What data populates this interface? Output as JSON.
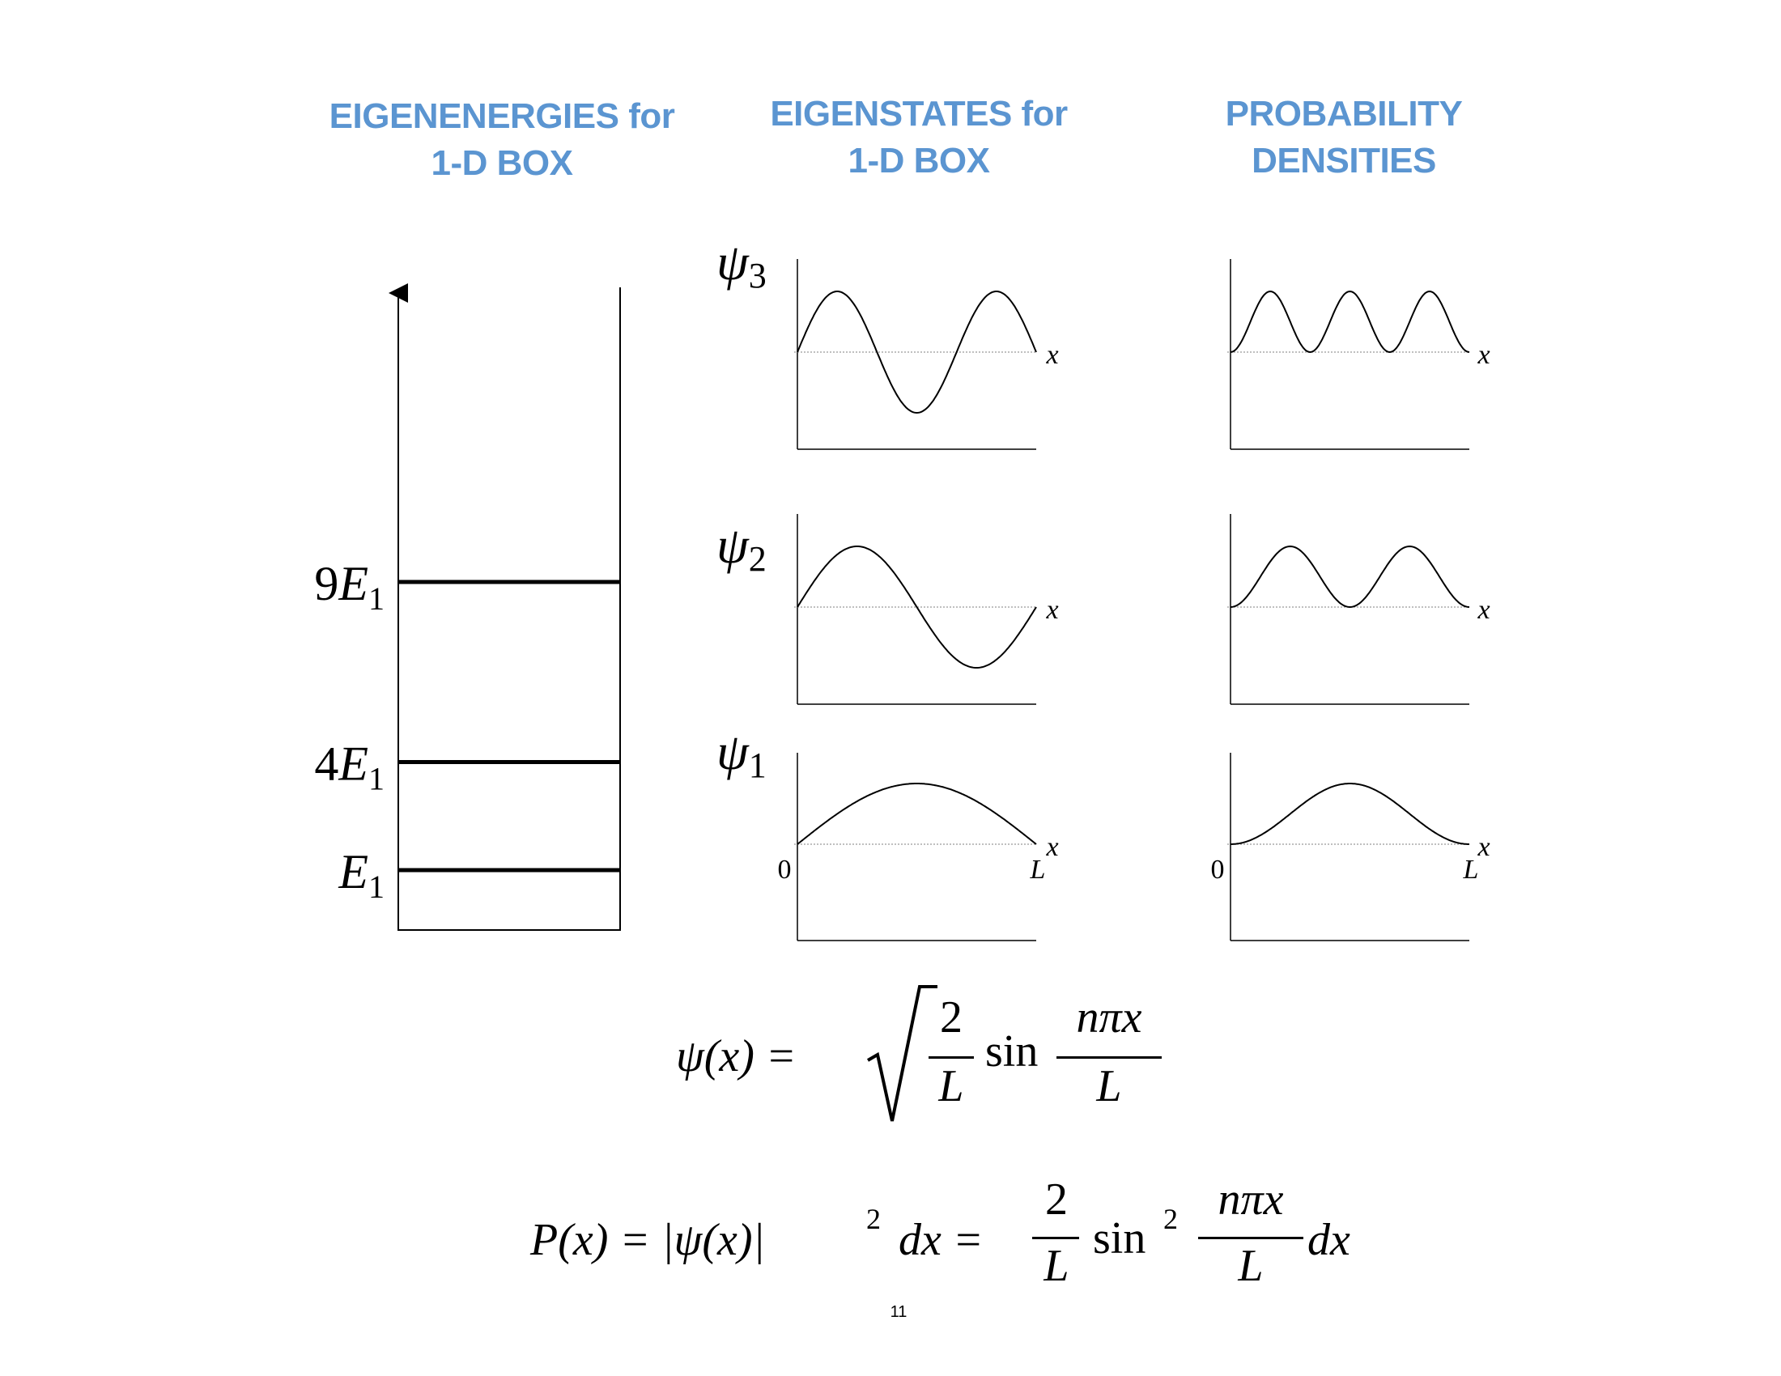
{
  "headings": {
    "energies": [
      "EIGENENERGIES for",
      "1-D BOX"
    ],
    "states": [
      "EIGENSTATES for",
      "1-D BOX"
    ],
    "densities": [
      "PROBABILITY",
      "DENSITIES"
    ]
  },
  "energy_levels": [
    {
      "label": "E",
      "sub": "1",
      "prefix": "",
      "value": 1
    },
    {
      "label": "E",
      "sub": "1",
      "prefix": "4",
      "value": 4
    },
    {
      "label": "E",
      "sub": "1",
      "prefix": "9",
      "value": 9
    }
  ],
  "states": [
    {
      "symbol": "ψ",
      "n": "3"
    },
    {
      "symbol": "ψ",
      "n": "2"
    },
    {
      "symbol": "ψ",
      "n": "1"
    }
  ],
  "axis_labels": {
    "x": "x",
    "zero": "0",
    "L": "L"
  },
  "equations": {
    "psi": {
      "lhs": "ψ(x) =",
      "num": "2",
      "den": "L",
      "fn": "sin",
      "arg_num": "nπx",
      "arg_den": "L"
    },
    "prob": {
      "lhs": "P(x) = |ψ(x)|",
      "exp": "2",
      "mid": "dx =",
      "num": "2",
      "den": "L",
      "fn": "sin",
      "fn_exp": "2",
      "arg_num": "nπx",
      "arg_den": "L",
      "tail": "dx"
    }
  },
  "page_number": "11"
}
